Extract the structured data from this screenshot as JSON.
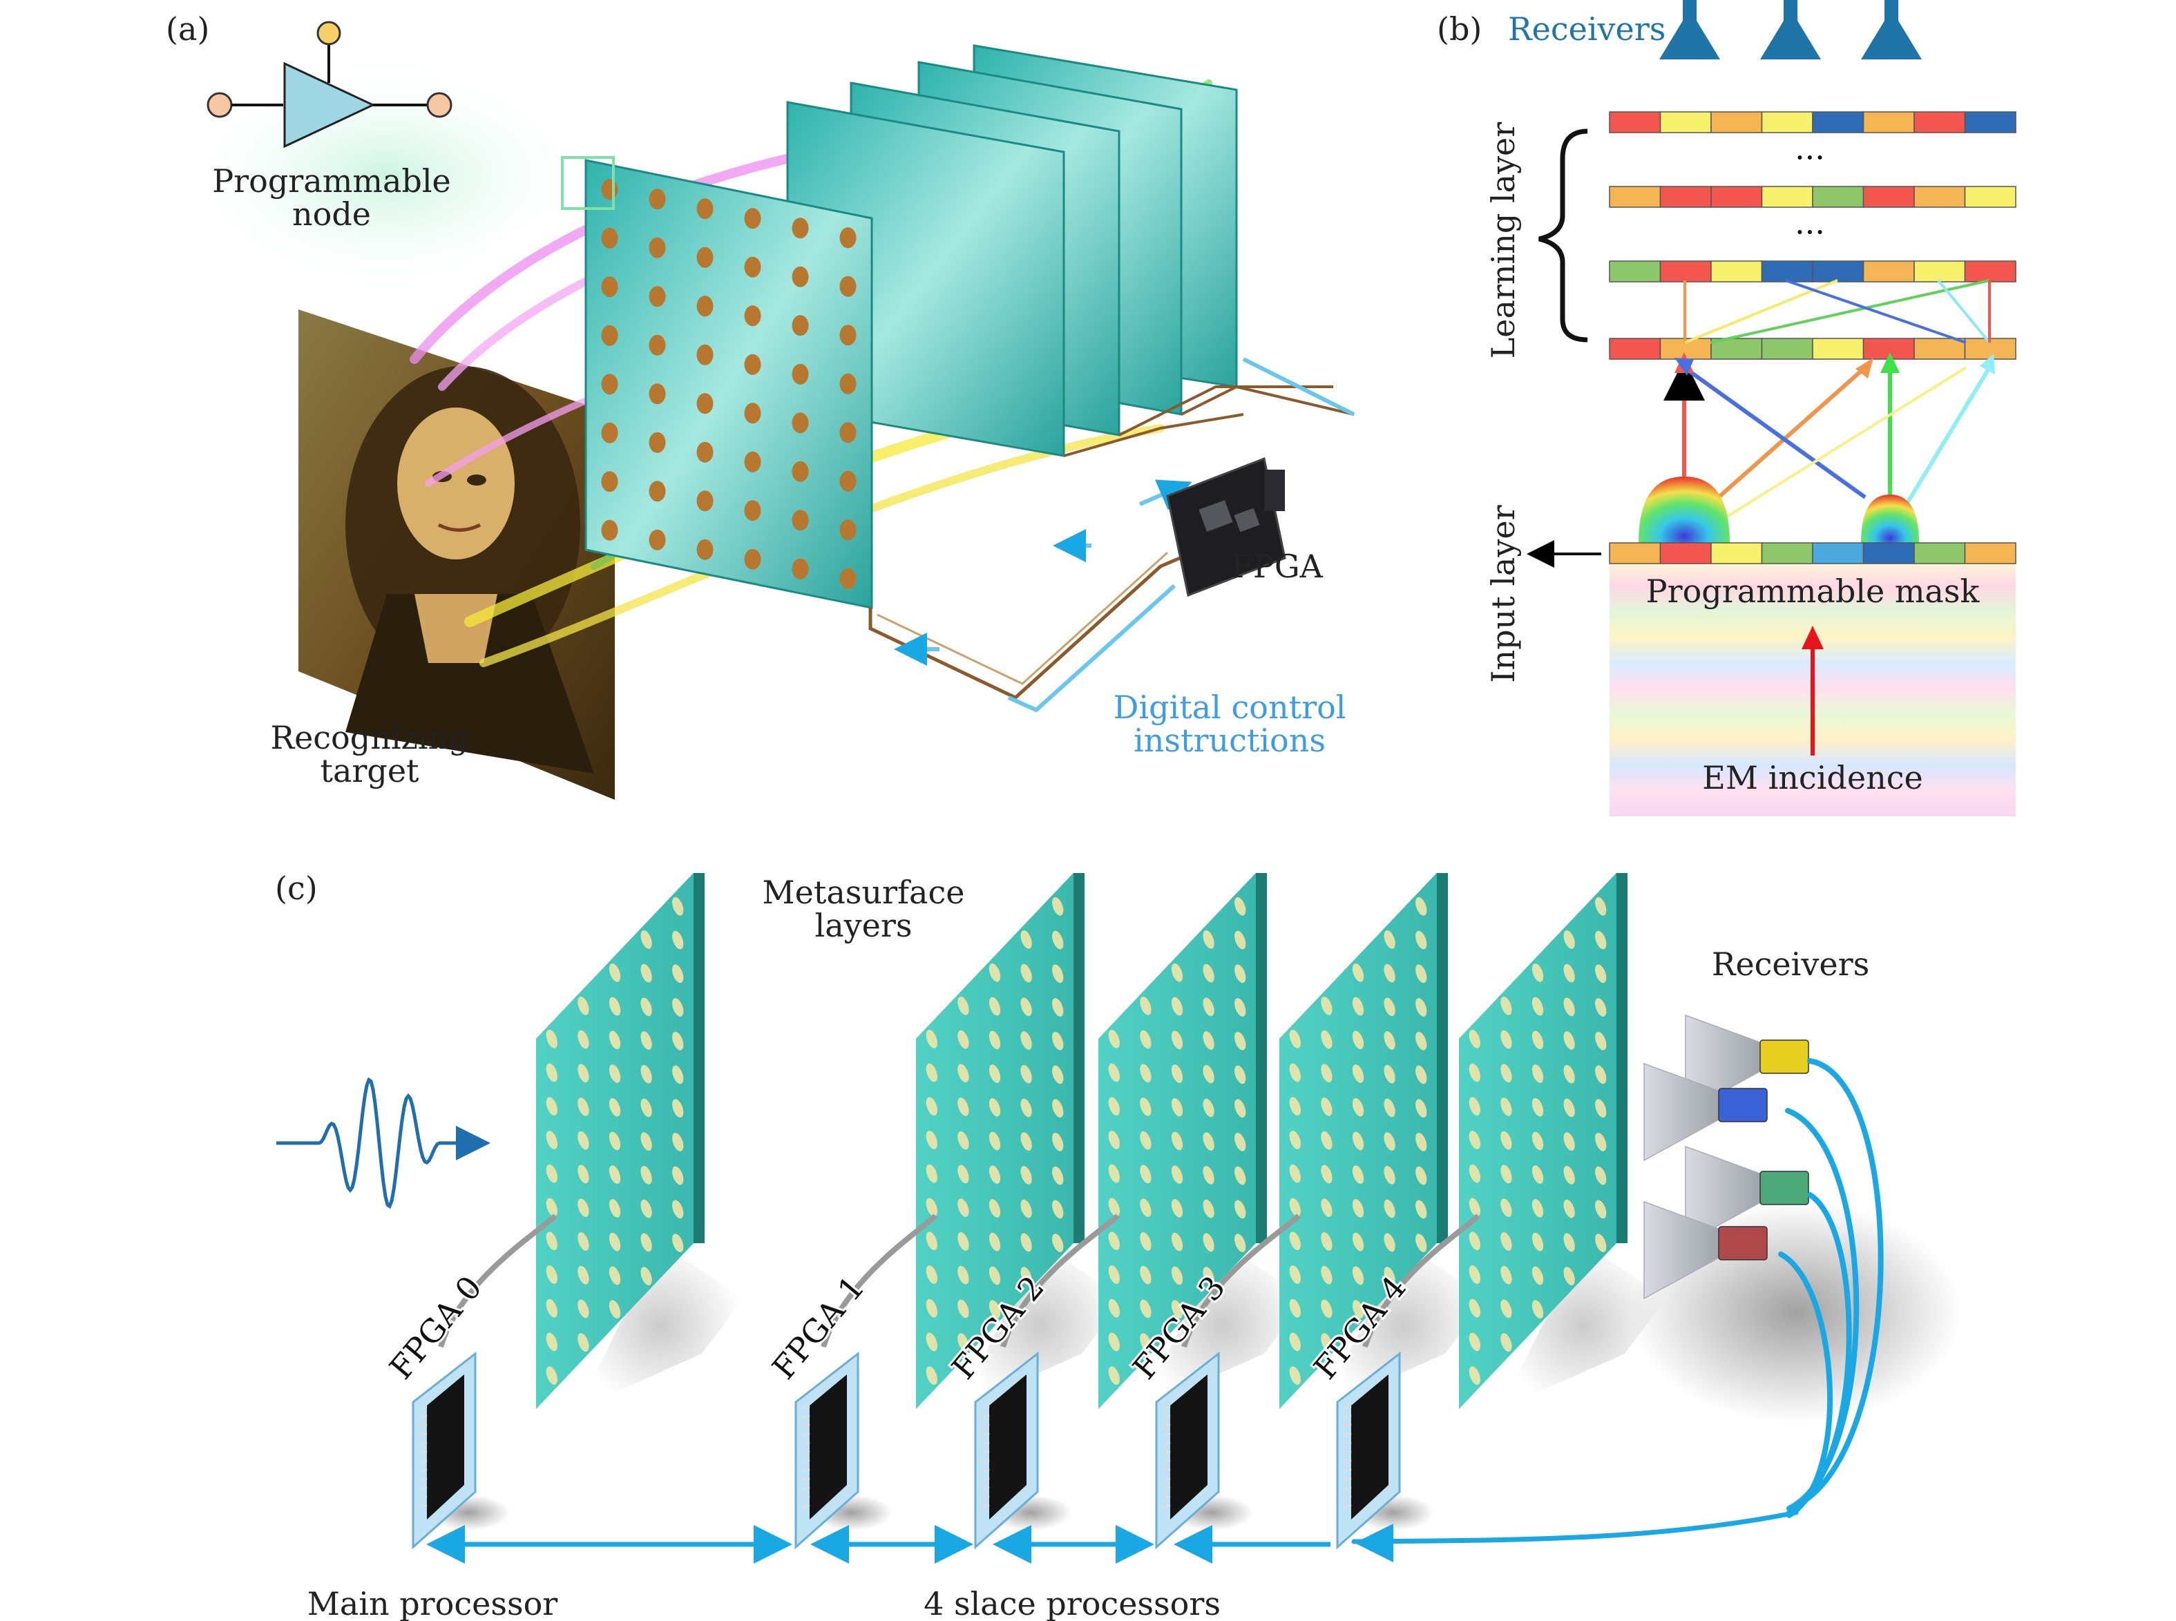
{
  "panel_a": {
    "label": "(a)",
    "node_label_1": "Programmable",
    "node_label_2": "node",
    "target_label_1": "Recognizing",
    "target_label_2": "target",
    "fpga_label": "FPGA",
    "digital_label_1": "Digital control",
    "digital_label_2": "instructions"
  },
  "panel_b": {
    "label": "(b)",
    "receivers_label": "Receivers",
    "learning_layer_label": "Learning layer",
    "input_layer_label": "Input layer",
    "ellipsis": "···",
    "mask_label": "Programmable mask",
    "incidence_label": "EM incidence",
    "colors": {
      "red": "#f2564f",
      "yellow": "#f7f06a",
      "orange": "#f5b555",
      "blue": "#2e6db5",
      "green": "#8ec66a",
      "cyan": "#4ba9e0",
      "receiver": "#1f74a8"
    },
    "rows": [
      [
        "red",
        "yellow",
        "orange",
        "yellow",
        "blue",
        "orange",
        "red",
        "blue"
      ],
      [
        "orange",
        "red",
        "red",
        "yellow",
        "green",
        "red",
        "orange",
        "yellow"
      ],
      [
        "green",
        "red",
        "yellow",
        "blue",
        "blue",
        "orange",
        "yellow",
        "red"
      ],
      [
        "red",
        "orange",
        "green",
        "green",
        "yellow",
        "red",
        "orange",
        "orange"
      ]
    ],
    "input_row": [
      "orange",
      "red",
      "yellow",
      "green",
      "cyan",
      "blue",
      "green",
      "orange"
    ]
  },
  "panel_c": {
    "label": "(c)",
    "metasurface_label_1": "Metasurface",
    "metasurface_label_2": "layers",
    "receivers_label": "Receivers",
    "fpga_labels": [
      "FPGA 0",
      "FPGA 1",
      "FPGA 2",
      "FPGA 3",
      "FPGA 4"
    ],
    "main_processor_label": "Main processor",
    "slave_processors_label": "4 slace processors",
    "colors": {
      "board": "#3fc7bd",
      "board_edge": "#1c7c74",
      "link": "#19a8e3",
      "receiver_ports": [
        "#e6cf1e",
        "#3a62d6",
        "#4caa7a",
        "#b04a4a"
      ]
    }
  }
}
